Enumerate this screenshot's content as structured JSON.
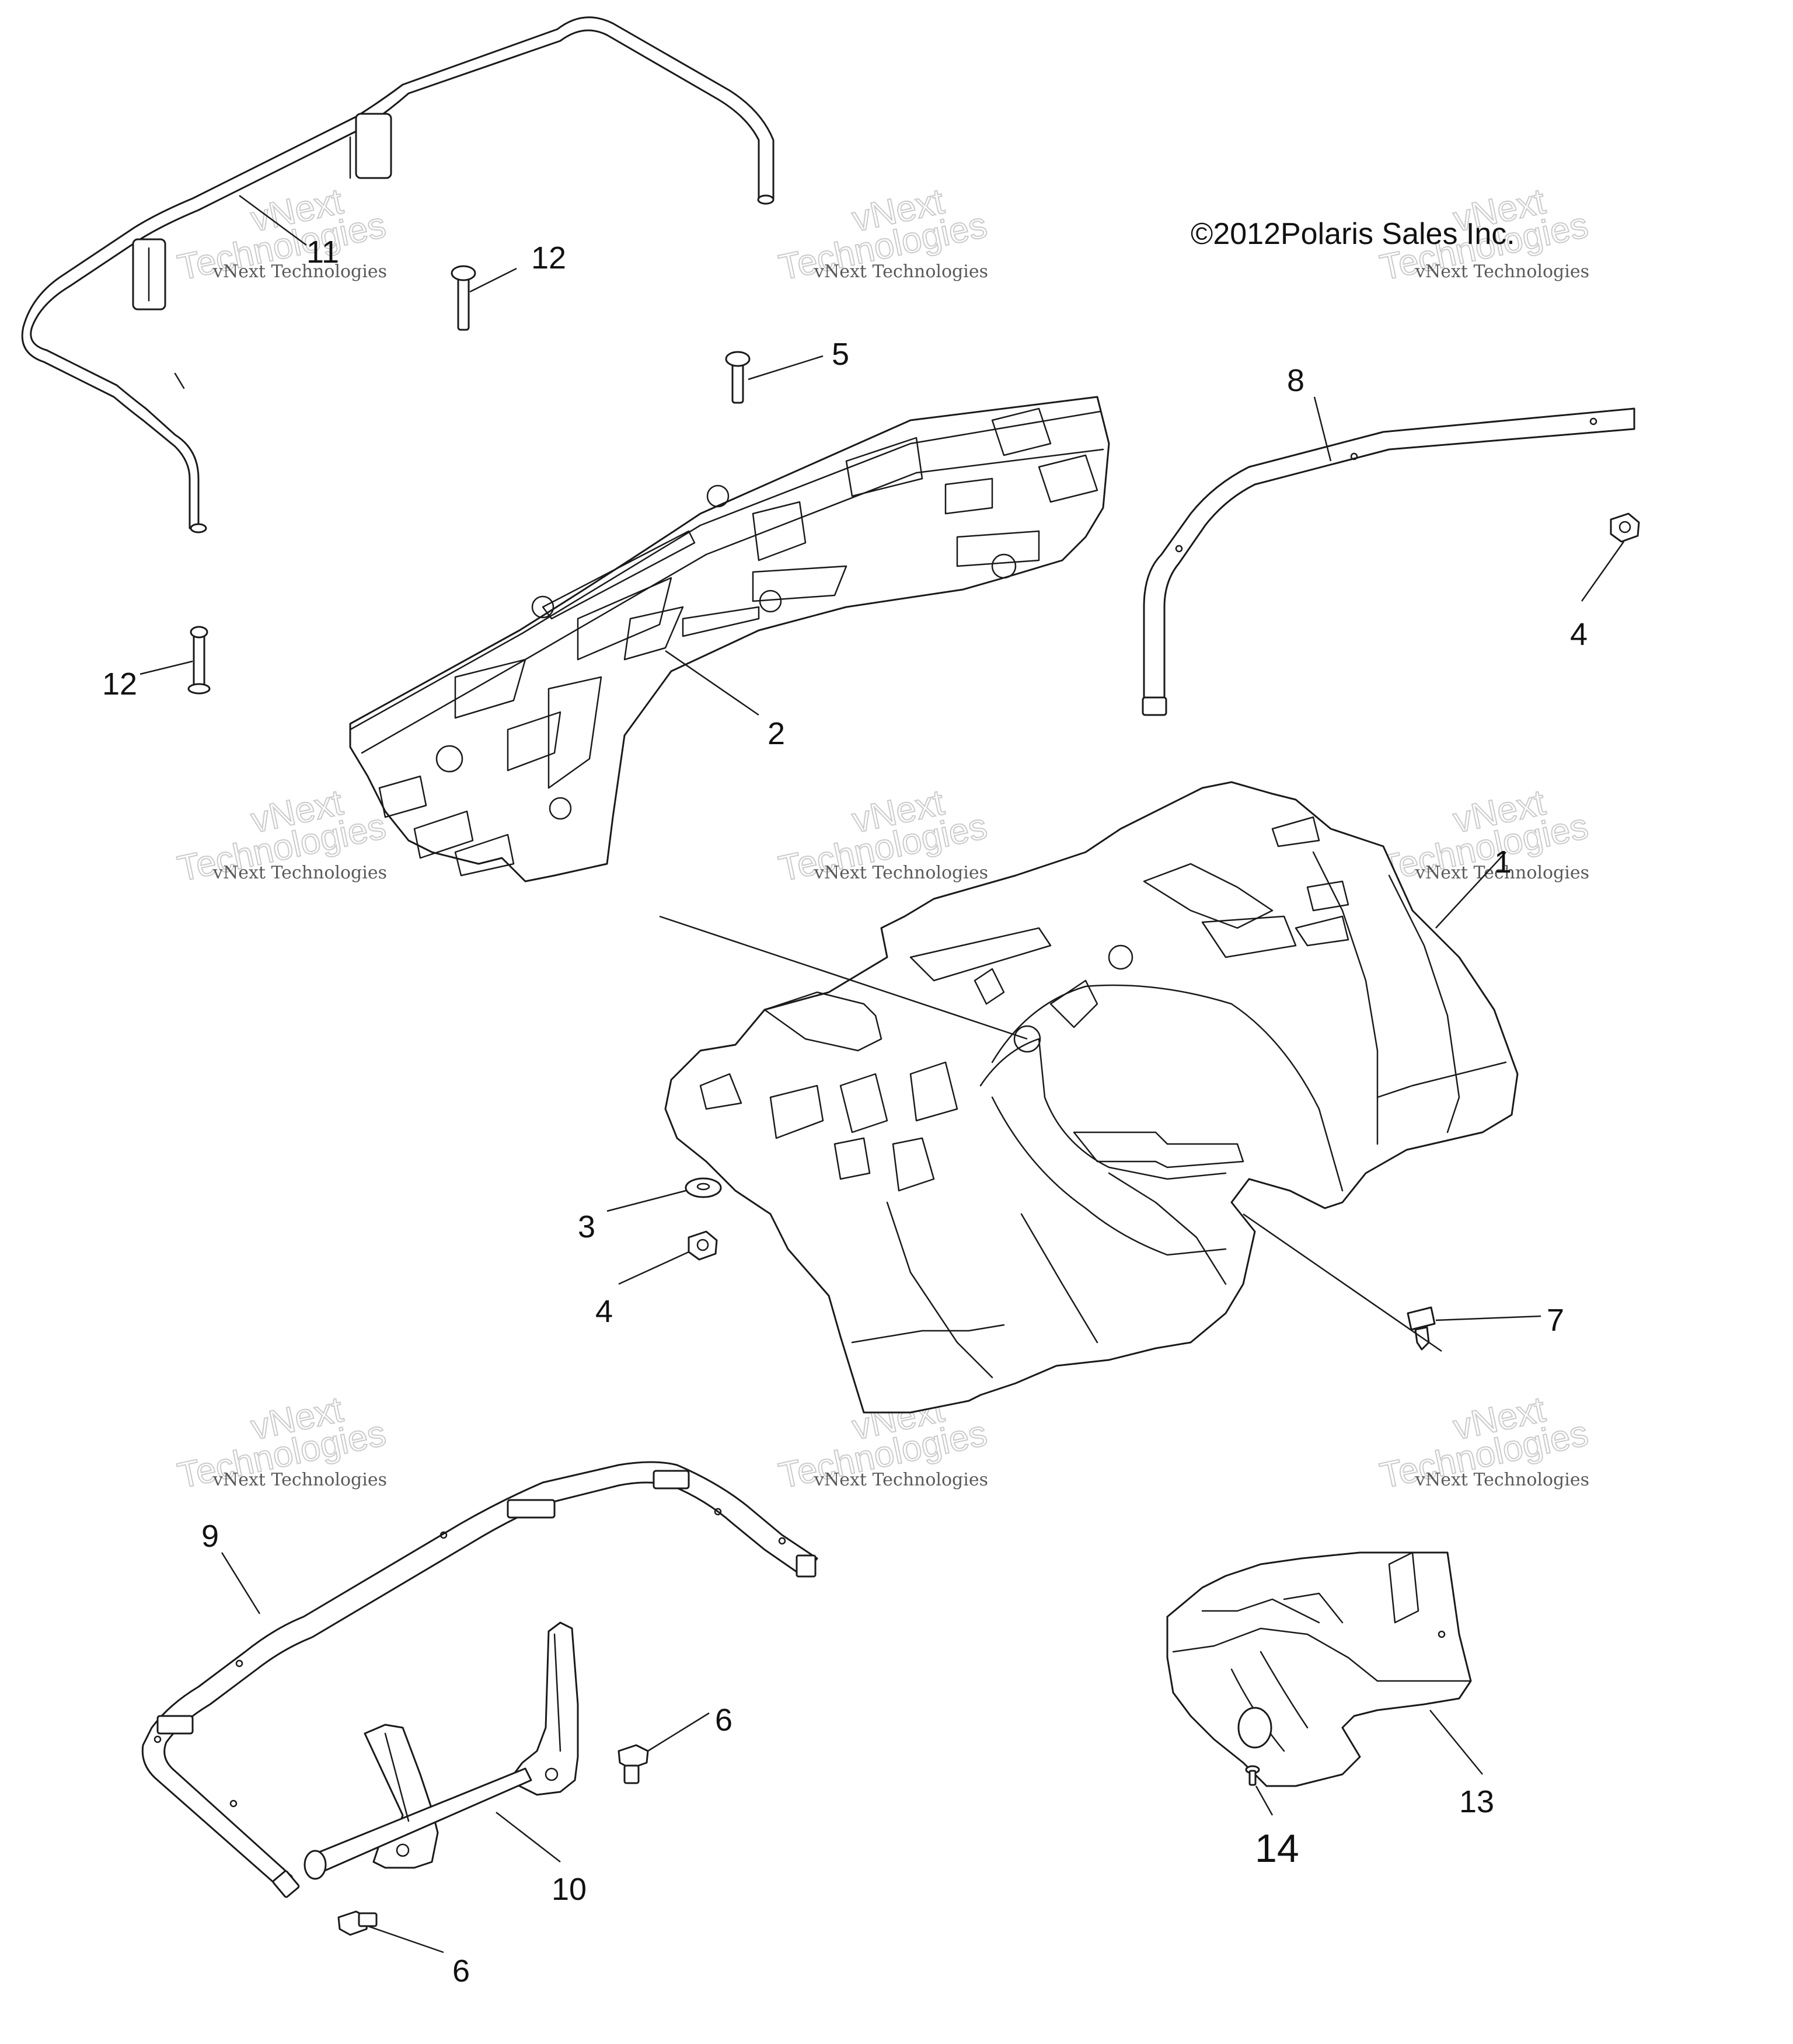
{
  "copyright": "©2012Polaris Sales Inc.",
  "watermark": {
    "line1": "vNext Technologies",
    "line2": "Technologies",
    "line3": "vNext"
  },
  "callouts": {
    "c1": "1",
    "c2": "2",
    "c3": "3",
    "c4a": "4",
    "c4b": "4",
    "c5": "5",
    "c6a": "6",
    "c6b": "6",
    "c7": "7",
    "c8": "8",
    "c9": "9",
    "c10": "10",
    "c11": "11",
    "c12a": "12",
    "c12b": "12",
    "c13": "13",
    "c14": "14"
  }
}
